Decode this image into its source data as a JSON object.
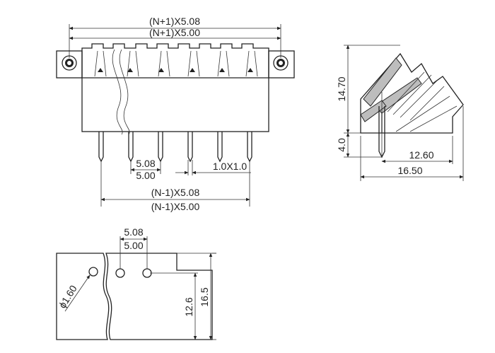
{
  "front_view": {
    "overall_dim_top": "(N+1)X5.08",
    "overall_dim_bottom": "(N+1)X5.00",
    "pitch_top": "5.08",
    "pitch_bottom": "5.00",
    "pin_section": "1.0X1.0",
    "pin_span_top": "(N-1)X5.08",
    "pin_span_bottom": "(N-1)X5.00"
  },
  "side_view": {
    "height_upper": "14.70",
    "height_lower": "4.0",
    "depth_inner": "12.60",
    "depth_outer": "16.50"
  },
  "bottom_view": {
    "pitch_top": "5.08",
    "pitch_bottom": "5.00",
    "hole_diameter": "ϕ1.60",
    "height_inner": "12.6",
    "height_outer": "16.5"
  }
}
